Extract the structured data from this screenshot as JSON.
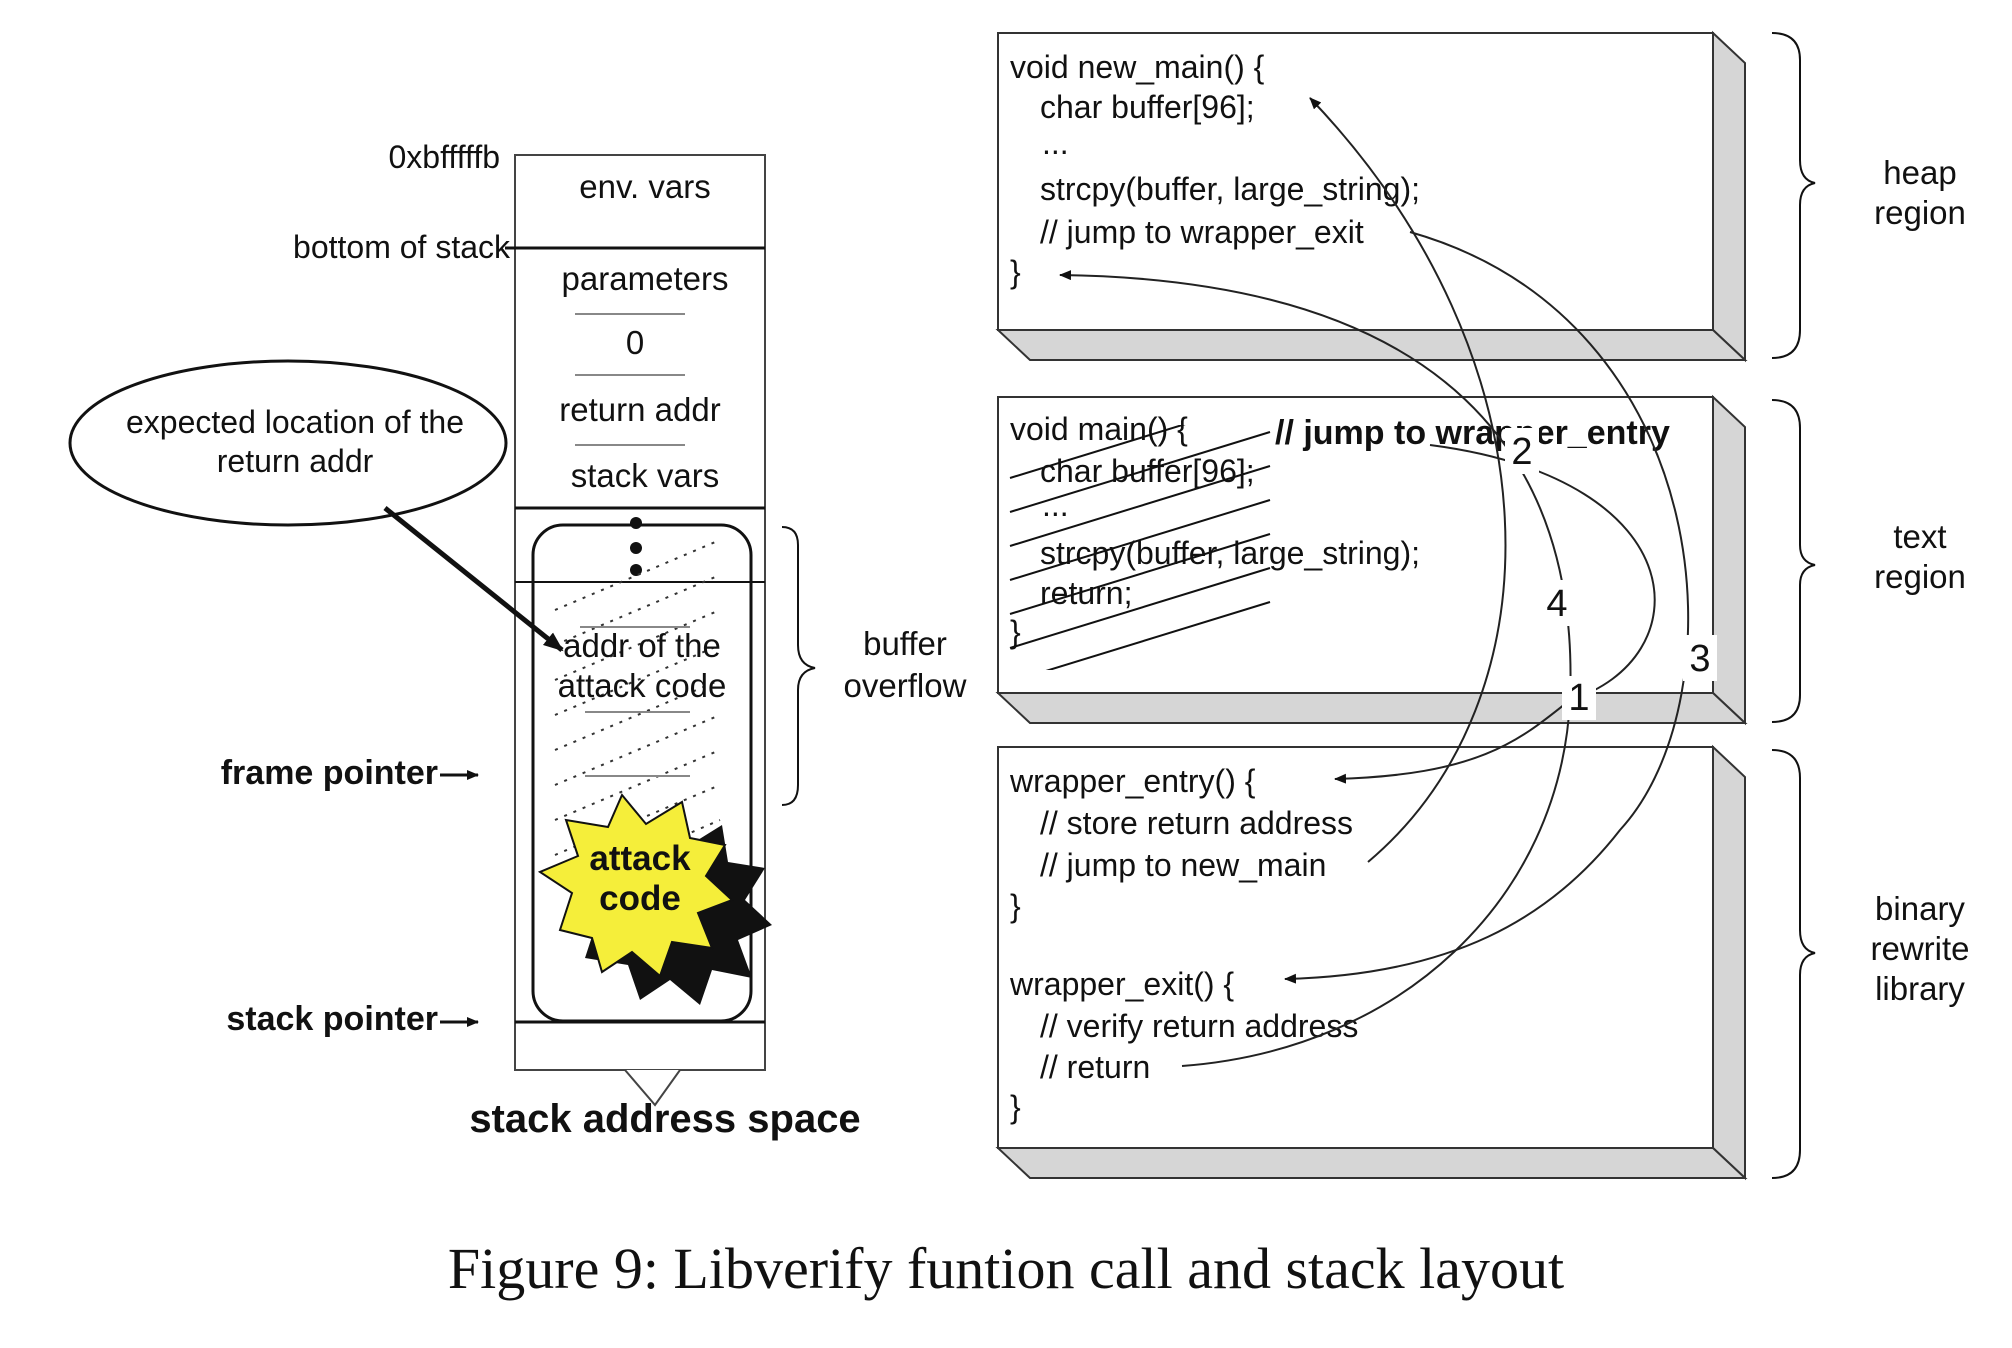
{
  "stack": {
    "addr_label": "0xbfffffb",
    "bottom_label": "bottom of stack",
    "cells": [
      "env. vars",
      "parameters",
      "0",
      "return addr",
      "stack vars"
    ],
    "attack_addr_line1": "addr of the",
    "attack_addr_line2": "attack code",
    "attack_code_line1": "attack",
    "attack_code_line2": "code",
    "frame_pointer": "frame pointer",
    "stack_pointer": "stack pointer",
    "space_label": "stack address space",
    "overflow_line1": "buffer",
    "overflow_line2": "overflow",
    "callout_line1": "expected location of the",
    "callout_line2": "return addr"
  },
  "heap_box": {
    "lines": [
      "void new_main() {",
      "char buffer[96];",
      "...",
      "strcpy(buffer, large_string);",
      "// jump to wrapper_exit",
      "}"
    ],
    "region_line1": "heap",
    "region_line2": "region"
  },
  "text_box": {
    "lines": [
      "void main() {",
      "char buffer[96];",
      "...",
      "strcpy(buffer, large_string);",
      "return;",
      "}"
    ],
    "jump_comment": "// jump to wrapper_entry",
    "region_line1": "text",
    "region_line2": "region"
  },
  "lib_box": {
    "lines": [
      "wrapper_entry() {",
      "// store return address",
      "// jump to new_main",
      "}",
      "wrapper_exit() {",
      "// verify return address",
      "// return",
      "}"
    ],
    "region_line1": "binary",
    "region_line2": "rewrite",
    "region_line3": "library"
  },
  "arrow_numbers": [
    "1",
    "2",
    "3",
    "4"
  ],
  "caption": "Figure 9: Libverify funtion call and stack layout",
  "colors": {
    "attack_fill": "#f5ee3a",
    "box_side": "#d6d6d6",
    "ink": "#111111"
  }
}
